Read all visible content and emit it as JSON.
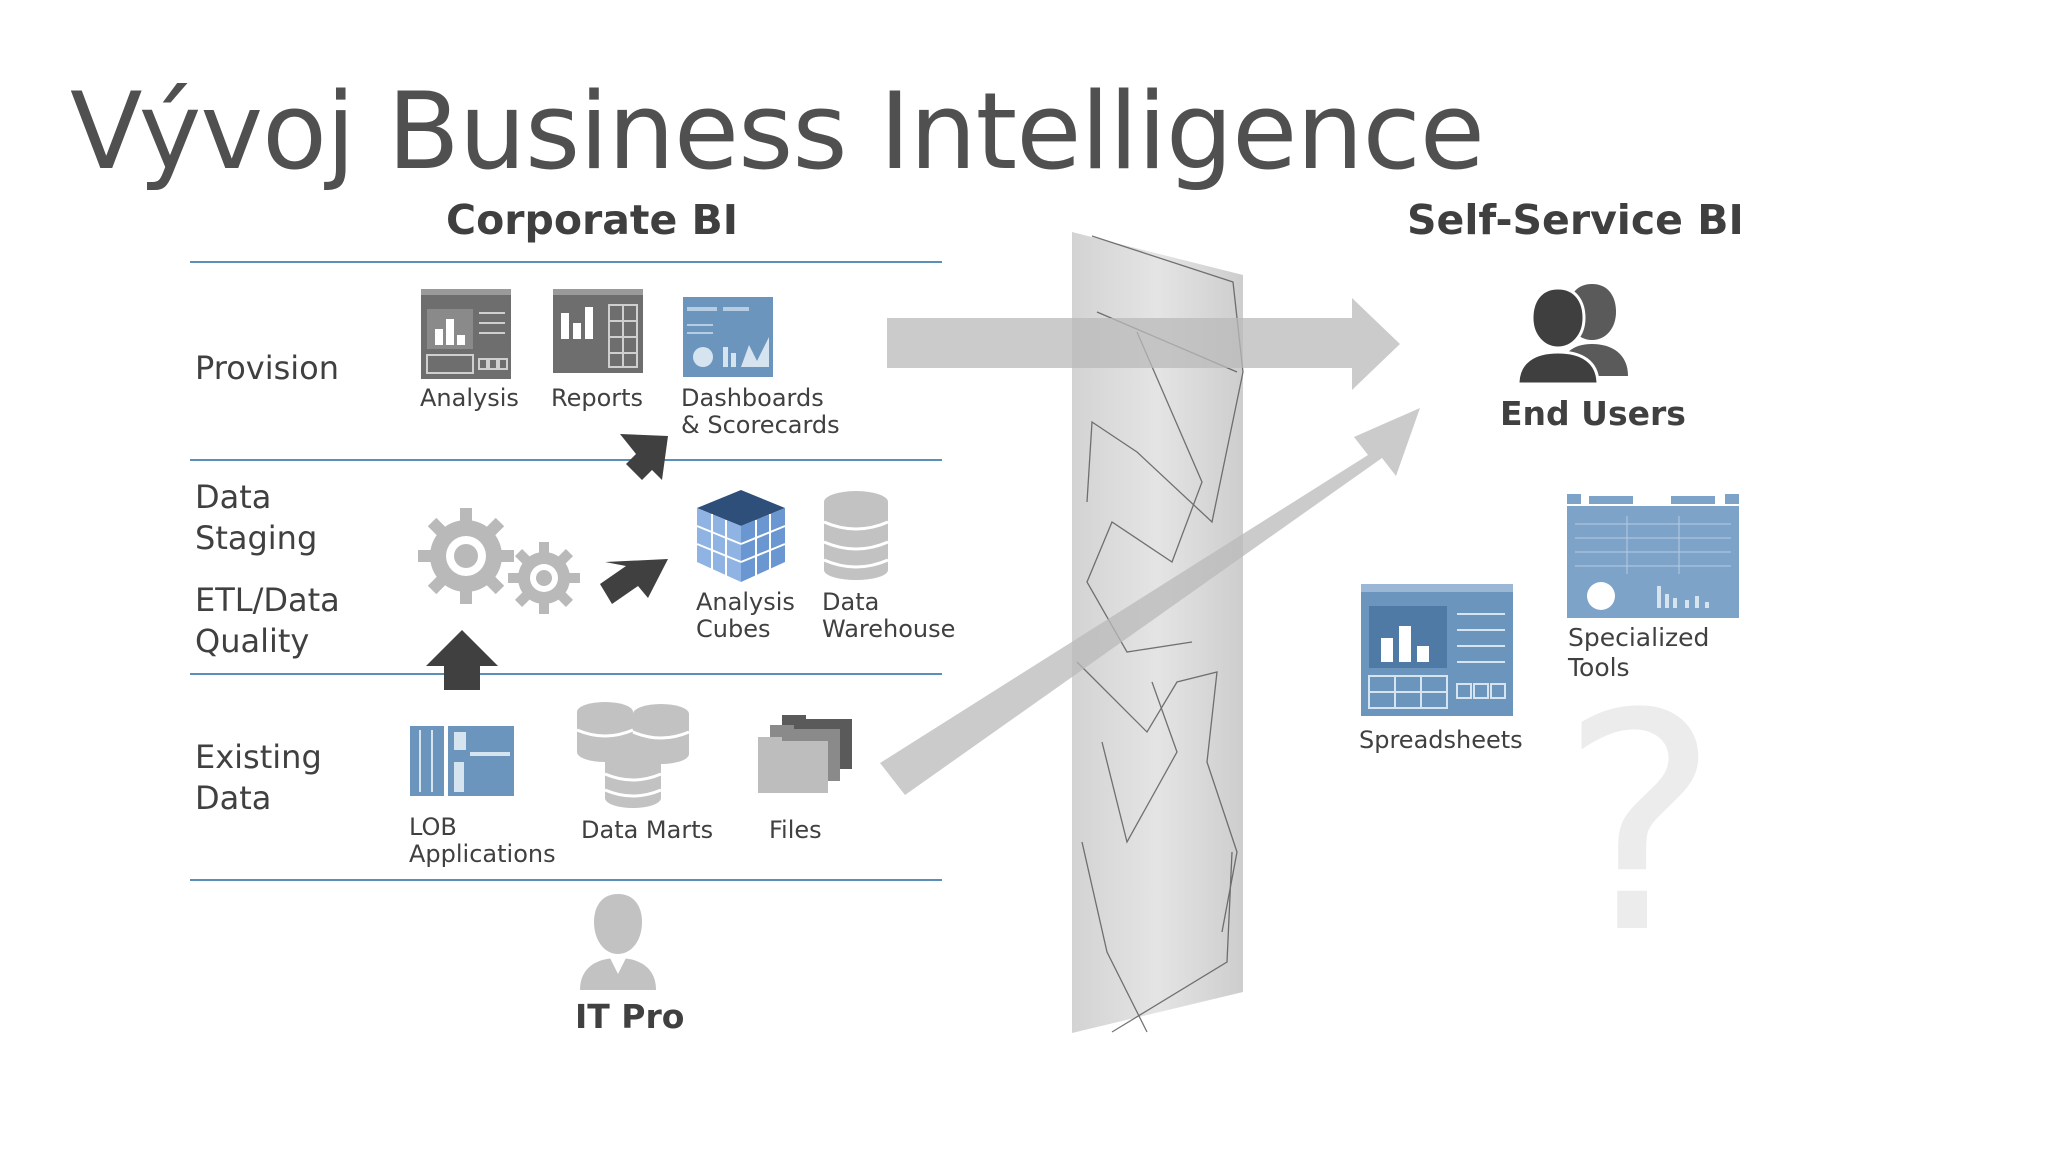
{
  "title": "Vývoj Business Intelligence",
  "corporate": {
    "header": "Corporate BI",
    "rows": {
      "provision": "Provision",
      "staging_line1": "Data",
      "staging_line2": "Staging",
      "etl_line1": "ETL/Data",
      "etl_line2": "Quality",
      "existing_line1": "Existing",
      "existing_line2": "Data"
    },
    "items": {
      "analysis": "Analysis",
      "reports": "Reports",
      "dashboards_line1": "Dashboards",
      "dashboards_line2": "& Scorecards",
      "cubes_line1": "Analysis",
      "cubes_line2": "Cubes",
      "warehouse_line1": "Data",
      "warehouse_line2": "Warehouse",
      "lob_line1": "LOB",
      "lob_line2": "Applications",
      "datamarts": "Data Marts",
      "files": "Files"
    },
    "actor": "IT Pro"
  },
  "selfservice": {
    "header": "Self-Service BI",
    "actor": "End Users",
    "spreadsheets": "Spreadsheets",
    "tools_line1": "Specialized",
    "tools_line2": "Tools",
    "question": "?"
  },
  "colors": {
    "accent_blue": "#5a8fb8",
    "icon_blue": "#6c95be",
    "icon_gray": "#6e6e6e",
    "arrow_gray": "#c8c8c8"
  }
}
